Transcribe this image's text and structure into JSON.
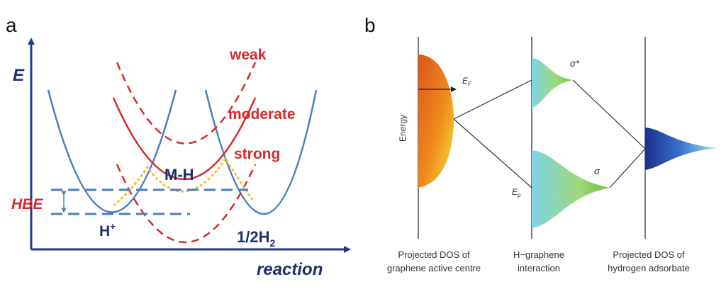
{
  "panel_a": {
    "letter": "a",
    "y_axis_label": "E",
    "x_axis_label": "reaction",
    "labels": {
      "weak": "weak",
      "moderate": "moderate",
      "strong": "strong",
      "mh": "M-H",
      "hbe": "HBE",
      "h_plus": "H",
      "h_plus_sup": "+",
      "half_h2_main": "1/2H",
      "half_h2_sub": "2"
    },
    "colors": {
      "axis": "#1f3a8a",
      "blue_curve": "#4a7fc1",
      "red": "#d62a2a",
      "yellow": "#f2c230",
      "dark_text": "#1f2f6b"
    }
  },
  "panel_b": {
    "letter": "b",
    "energy_label": "Energy",
    "ef_label": "E",
    "ef_sub": "F",
    "ep_label": "E",
    "ep_sub": "p",
    "sigma_star": "σ*",
    "sigma": "σ",
    "captions": {
      "left_line1": "Projected DOS of",
      "left_line2": "graphene active centre",
      "mid_line1": "H−graphene",
      "mid_line2": "interaction",
      "right_line1": "Projected DOS of",
      "right_line2": "hydrogen adsorbate"
    }
  }
}
